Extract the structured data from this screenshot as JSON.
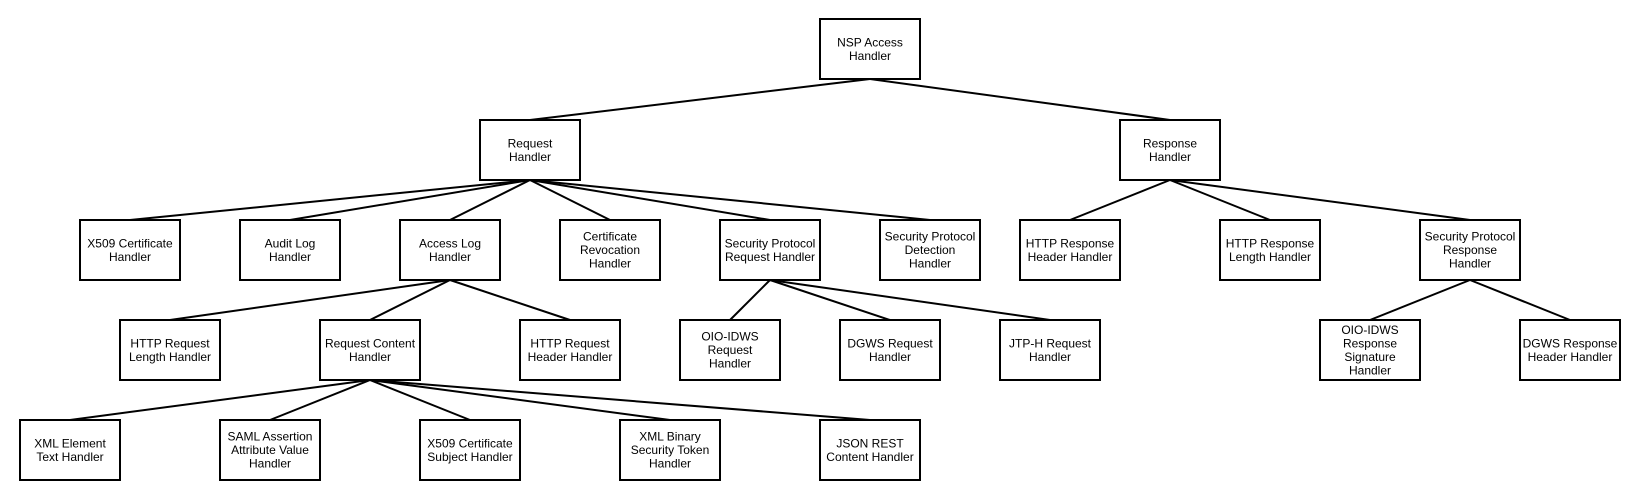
{
  "colors": {
    "background": "#ffffff",
    "stroke": "#000000",
    "text": "#000000"
  },
  "nodes": [
    {
      "id": "nsp-access-handler",
      "lines": [
        "NSP Access",
        "Handler"
      ]
    },
    {
      "id": "request-handler",
      "lines": [
        "Request",
        "Handler"
      ]
    },
    {
      "id": "response-handler",
      "lines": [
        "Response",
        "Handler"
      ]
    },
    {
      "id": "x509-certificate-handler",
      "lines": [
        "X509 Certificate",
        "Handler"
      ]
    },
    {
      "id": "audit-log-handler",
      "lines": [
        "Audit Log",
        "Handler"
      ]
    },
    {
      "id": "access-log-handler",
      "lines": [
        "Access Log",
        "Handler"
      ]
    },
    {
      "id": "certificate-revocation-handler",
      "lines": [
        "Certificate",
        "Revocation",
        "Handler"
      ]
    },
    {
      "id": "security-protocol-request-handler",
      "lines": [
        "Security Protocol",
        "Request Handler"
      ]
    },
    {
      "id": "security-protocol-detection-handler",
      "lines": [
        "Security Protocol",
        "Detection",
        "Handler"
      ]
    },
    {
      "id": "http-response-header-handler",
      "lines": [
        "HTTP Response",
        "Header Handler"
      ]
    },
    {
      "id": "http-response-length-handler",
      "lines": [
        "HTTP Response",
        "Length Handler"
      ]
    },
    {
      "id": "security-protocol-response-handler",
      "lines": [
        "Security Protocol",
        "Response",
        "Handler"
      ]
    },
    {
      "id": "http-request-length-handler",
      "lines": [
        "HTTP Request",
        "Length Handler"
      ]
    },
    {
      "id": "request-content-handler",
      "lines": [
        "Request Content",
        "Handler"
      ]
    },
    {
      "id": "http-request-header-handler",
      "lines": [
        "HTTP Request",
        "Header Handler"
      ]
    },
    {
      "id": "oio-idws-request-handler",
      "lines": [
        "OIO-IDWS",
        "Request",
        "Handler"
      ]
    },
    {
      "id": "dgws-request-handler",
      "lines": [
        "DGWS Request",
        "Handler"
      ]
    },
    {
      "id": "jtp-h-request-handler",
      "lines": [
        "JTP-H Request",
        "Handler"
      ]
    },
    {
      "id": "oio-idws-response-signature-handler",
      "lines": [
        "OIO-IDWS",
        "Response",
        "Signature",
        "Handler"
      ]
    },
    {
      "id": "dgws-response-header-handler",
      "lines": [
        "DGWS Response",
        "Header Handler"
      ]
    },
    {
      "id": "xml-element-text-handler",
      "lines": [
        "XML Element",
        "Text Handler"
      ]
    },
    {
      "id": "saml-assertion-attribute-value-handler",
      "lines": [
        "SAML Assertion",
        "Attribute Value",
        "Handler"
      ]
    },
    {
      "id": "x509-certificate-subject-handler",
      "lines": [
        "X509 Certificate",
        "Subject Handler"
      ]
    },
    {
      "id": "xml-binary-security-token-handler",
      "lines": [
        "XML Binary",
        "Security Token",
        "Handler"
      ]
    },
    {
      "id": "json-rest-content-handler",
      "lines": [
        "JSON REST",
        "Content Handler"
      ]
    }
  ],
  "edges": [
    [
      "nsp-access-handler",
      "request-handler"
    ],
    [
      "nsp-access-handler",
      "response-handler"
    ],
    [
      "request-handler",
      "x509-certificate-handler"
    ],
    [
      "request-handler",
      "audit-log-handler"
    ],
    [
      "request-handler",
      "access-log-handler"
    ],
    [
      "request-handler",
      "certificate-revocation-handler"
    ],
    [
      "request-handler",
      "security-protocol-request-handler"
    ],
    [
      "request-handler",
      "security-protocol-detection-handler"
    ],
    [
      "response-handler",
      "http-response-header-handler"
    ],
    [
      "response-handler",
      "http-response-length-handler"
    ],
    [
      "response-handler",
      "security-protocol-response-handler"
    ],
    [
      "access-log-handler",
      "http-request-length-handler"
    ],
    [
      "access-log-handler",
      "request-content-handler"
    ],
    [
      "access-log-handler",
      "http-request-header-handler"
    ],
    [
      "security-protocol-request-handler",
      "oio-idws-request-handler"
    ],
    [
      "security-protocol-request-handler",
      "dgws-request-handler"
    ],
    [
      "security-protocol-request-handler",
      "jtp-h-request-handler"
    ],
    [
      "security-protocol-response-handler",
      "oio-idws-response-signature-handler"
    ],
    [
      "security-protocol-response-handler",
      "dgws-response-header-handler"
    ],
    [
      "request-content-handler",
      "xml-element-text-handler"
    ],
    [
      "request-content-handler",
      "saml-assertion-attribute-value-handler"
    ],
    [
      "request-content-handler",
      "x509-certificate-subject-handler"
    ],
    [
      "request-content-handler",
      "xml-binary-security-token-handler"
    ],
    [
      "request-content-handler",
      "json-rest-content-handler"
    ]
  ]
}
